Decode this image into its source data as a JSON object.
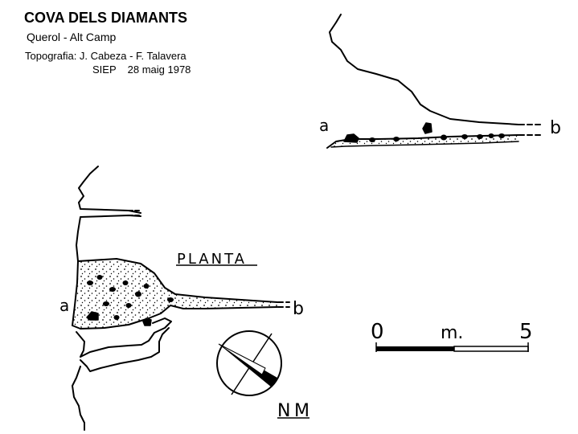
{
  "header": {
    "title": "COVA DELS DIAMANTS",
    "location": "Querol - Alt Camp",
    "credits": "Topografia: J. Cabeza - F. Talavera",
    "org": "SIEP",
    "date": "28 maig 1978"
  },
  "section": {
    "label_a": "a",
    "label_b": "b"
  },
  "plan": {
    "title": "PLANTA",
    "label_a": "a",
    "label_b": "b"
  },
  "scale": {
    "start": "0",
    "unit": "m.",
    "end": "5"
  },
  "north": {
    "label": "NM"
  }
}
